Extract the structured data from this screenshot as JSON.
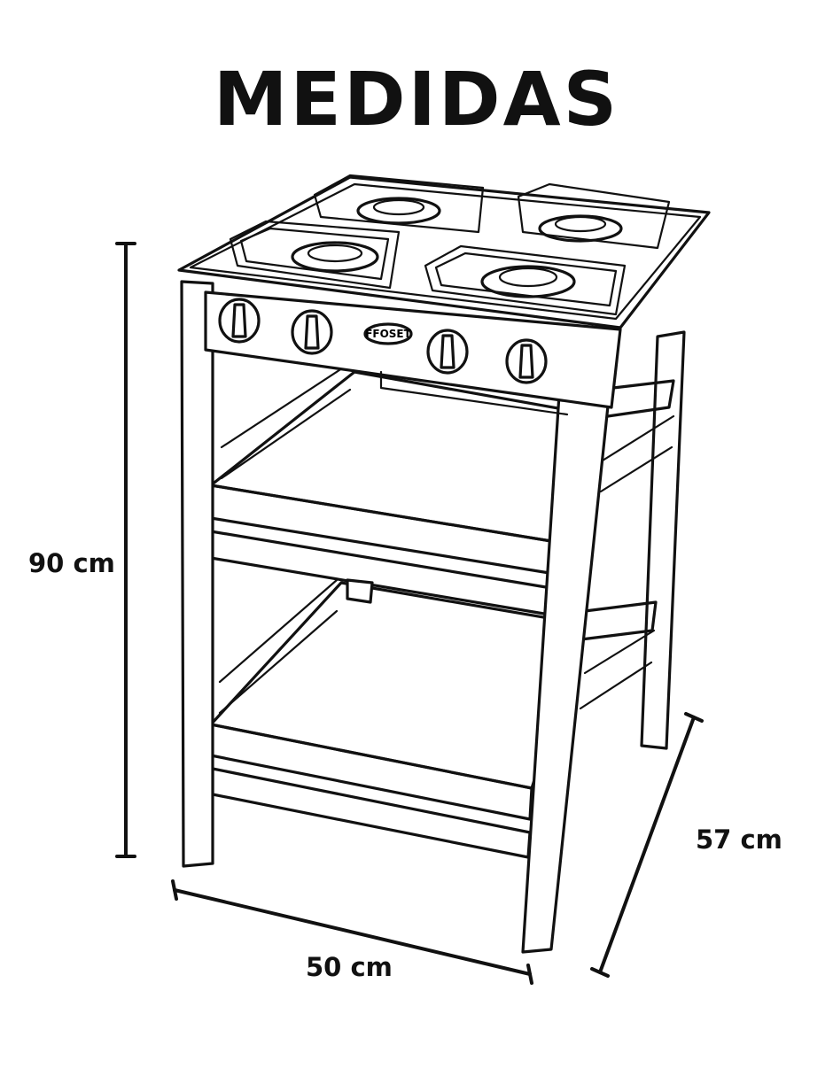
{
  "title": "MEDIDAS",
  "brand": "FFOSET",
  "dimensions": {
    "height": "90 cm",
    "depth": "57 cm",
    "width": "50 cm"
  },
  "icons": [
    "stove-drawing",
    "burner-icon",
    "knob-icon",
    "dimension-line"
  ],
  "colors": {
    "ink": "#111111",
    "background": "#ffffff"
  }
}
